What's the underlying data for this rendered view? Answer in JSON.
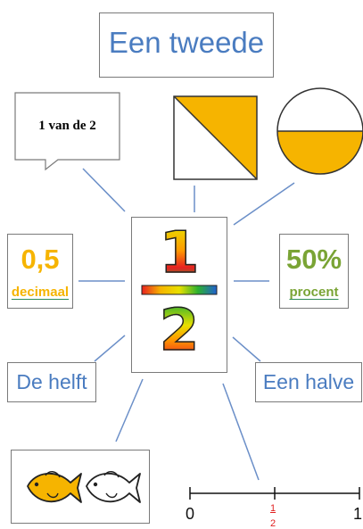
{
  "title": "Een tweede",
  "bubble_text": "1 van de 2",
  "fraction": {
    "numerator": "1",
    "denominator": "2"
  },
  "decimal": {
    "value": "0,5",
    "label": "decimaal"
  },
  "percent": {
    "value": "50%",
    "label": "procent"
  },
  "words": {
    "left": "De helft",
    "right": "Een halve"
  },
  "number_line": {
    "start": "0",
    "end": "1",
    "half_numerator": "1",
    "half_denominator": "2"
  },
  "colors": {
    "title_blue": "#4a7cc0",
    "shape_fill": "#f6b400",
    "decimal": "#f6b400",
    "percent": "#7aa435",
    "connector": "#6b8fc8",
    "half_mark": "#e02020"
  },
  "icons": [
    "half-square-icon",
    "half-circle-icon",
    "yellow-fish-icon",
    "white-fish-icon"
  ]
}
